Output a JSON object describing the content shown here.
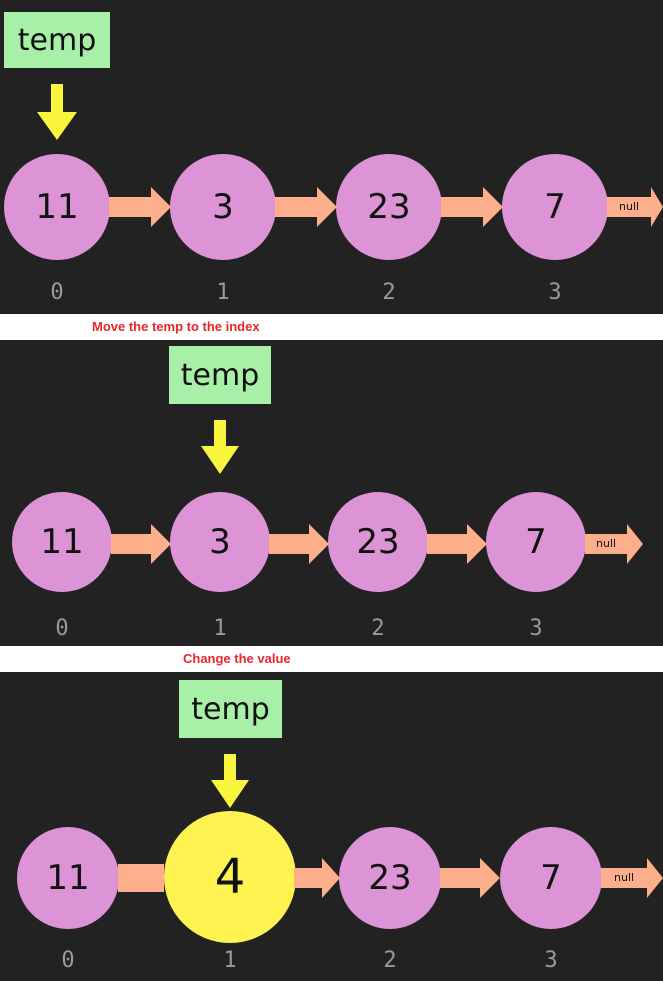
{
  "pointer_label": "temp",
  "null_label": "null",
  "captions": [
    "Move the temp to the index",
    "Change the value"
  ],
  "colors": {
    "background": "#222222",
    "node": "#dc94d6",
    "node_highlight": "#fff352",
    "link_arrow": "#fdae8a",
    "pointer_arrow": "#f8f53c",
    "temp_box": "#a8f0a8",
    "caption_text": "#e8262b",
    "index_text": "#9a9a9a"
  },
  "steps": [
    {
      "nodes": [
        "11",
        "3",
        "23",
        "7"
      ],
      "indices": [
        "0",
        "1",
        "2",
        "3"
      ],
      "temp_at": 0
    },
    {
      "nodes": [
        "11",
        "3",
        "23",
        "7"
      ],
      "indices": [
        "0",
        "1",
        "2",
        "3"
      ],
      "temp_at": 1
    },
    {
      "nodes": [
        "11",
        "4",
        "23",
        "7"
      ],
      "indices": [
        "0",
        "1",
        "2",
        "3"
      ],
      "temp_at": 1,
      "highlight": 1
    }
  ]
}
